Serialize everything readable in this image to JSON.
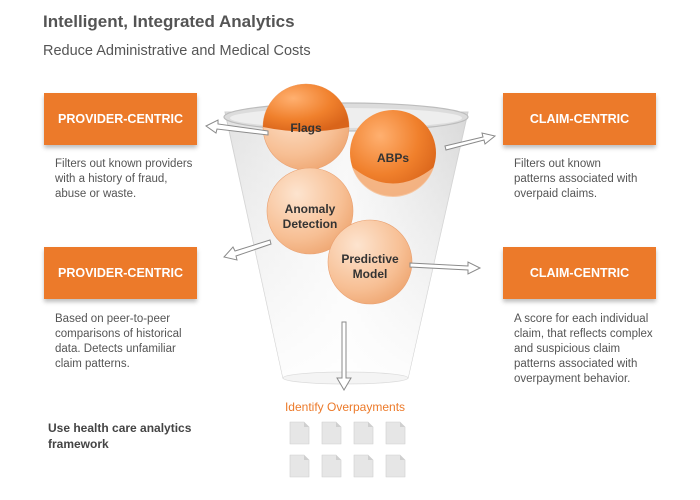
{
  "header": {
    "title": "Intelligent, Integrated Analytics",
    "subtitle": "Reduce Administrative and Medical Costs"
  },
  "left_panels": [
    {
      "label": "PROVIDER-CENTRIC",
      "description": "Filters out known providers with a history of fraud, abuse or waste."
    },
    {
      "label": "PROVIDER-CENTRIC",
      "description": "Based on peer-to-peer comparisons of historical data. Detects unfamiliar claim patterns."
    }
  ],
  "right_panels": [
    {
      "label": "CLAIM-CENTRIC",
      "description": "Filters out known patterns associated with overpaid claims."
    },
    {
      "label": "CLAIM-CENTRIC",
      "description": "A score for each individual claim, that reflects complex and suspicious claim patterns associated with overpayment behavior."
    }
  ],
  "funnel": {
    "bubbles": [
      {
        "label": "Flags"
      },
      {
        "label": "ABPs"
      },
      {
        "label": "Anomaly Detection"
      },
      {
        "label": "Predictive Model"
      }
    ]
  },
  "output": {
    "label": "Identify Overpayments",
    "document_count": 8
  },
  "footer": {
    "framework_label": "Use health care analytics framework"
  },
  "colors": {
    "accent": "#ec7a2a",
    "bubble_light": "#f6c39a",
    "text": "#555555"
  }
}
